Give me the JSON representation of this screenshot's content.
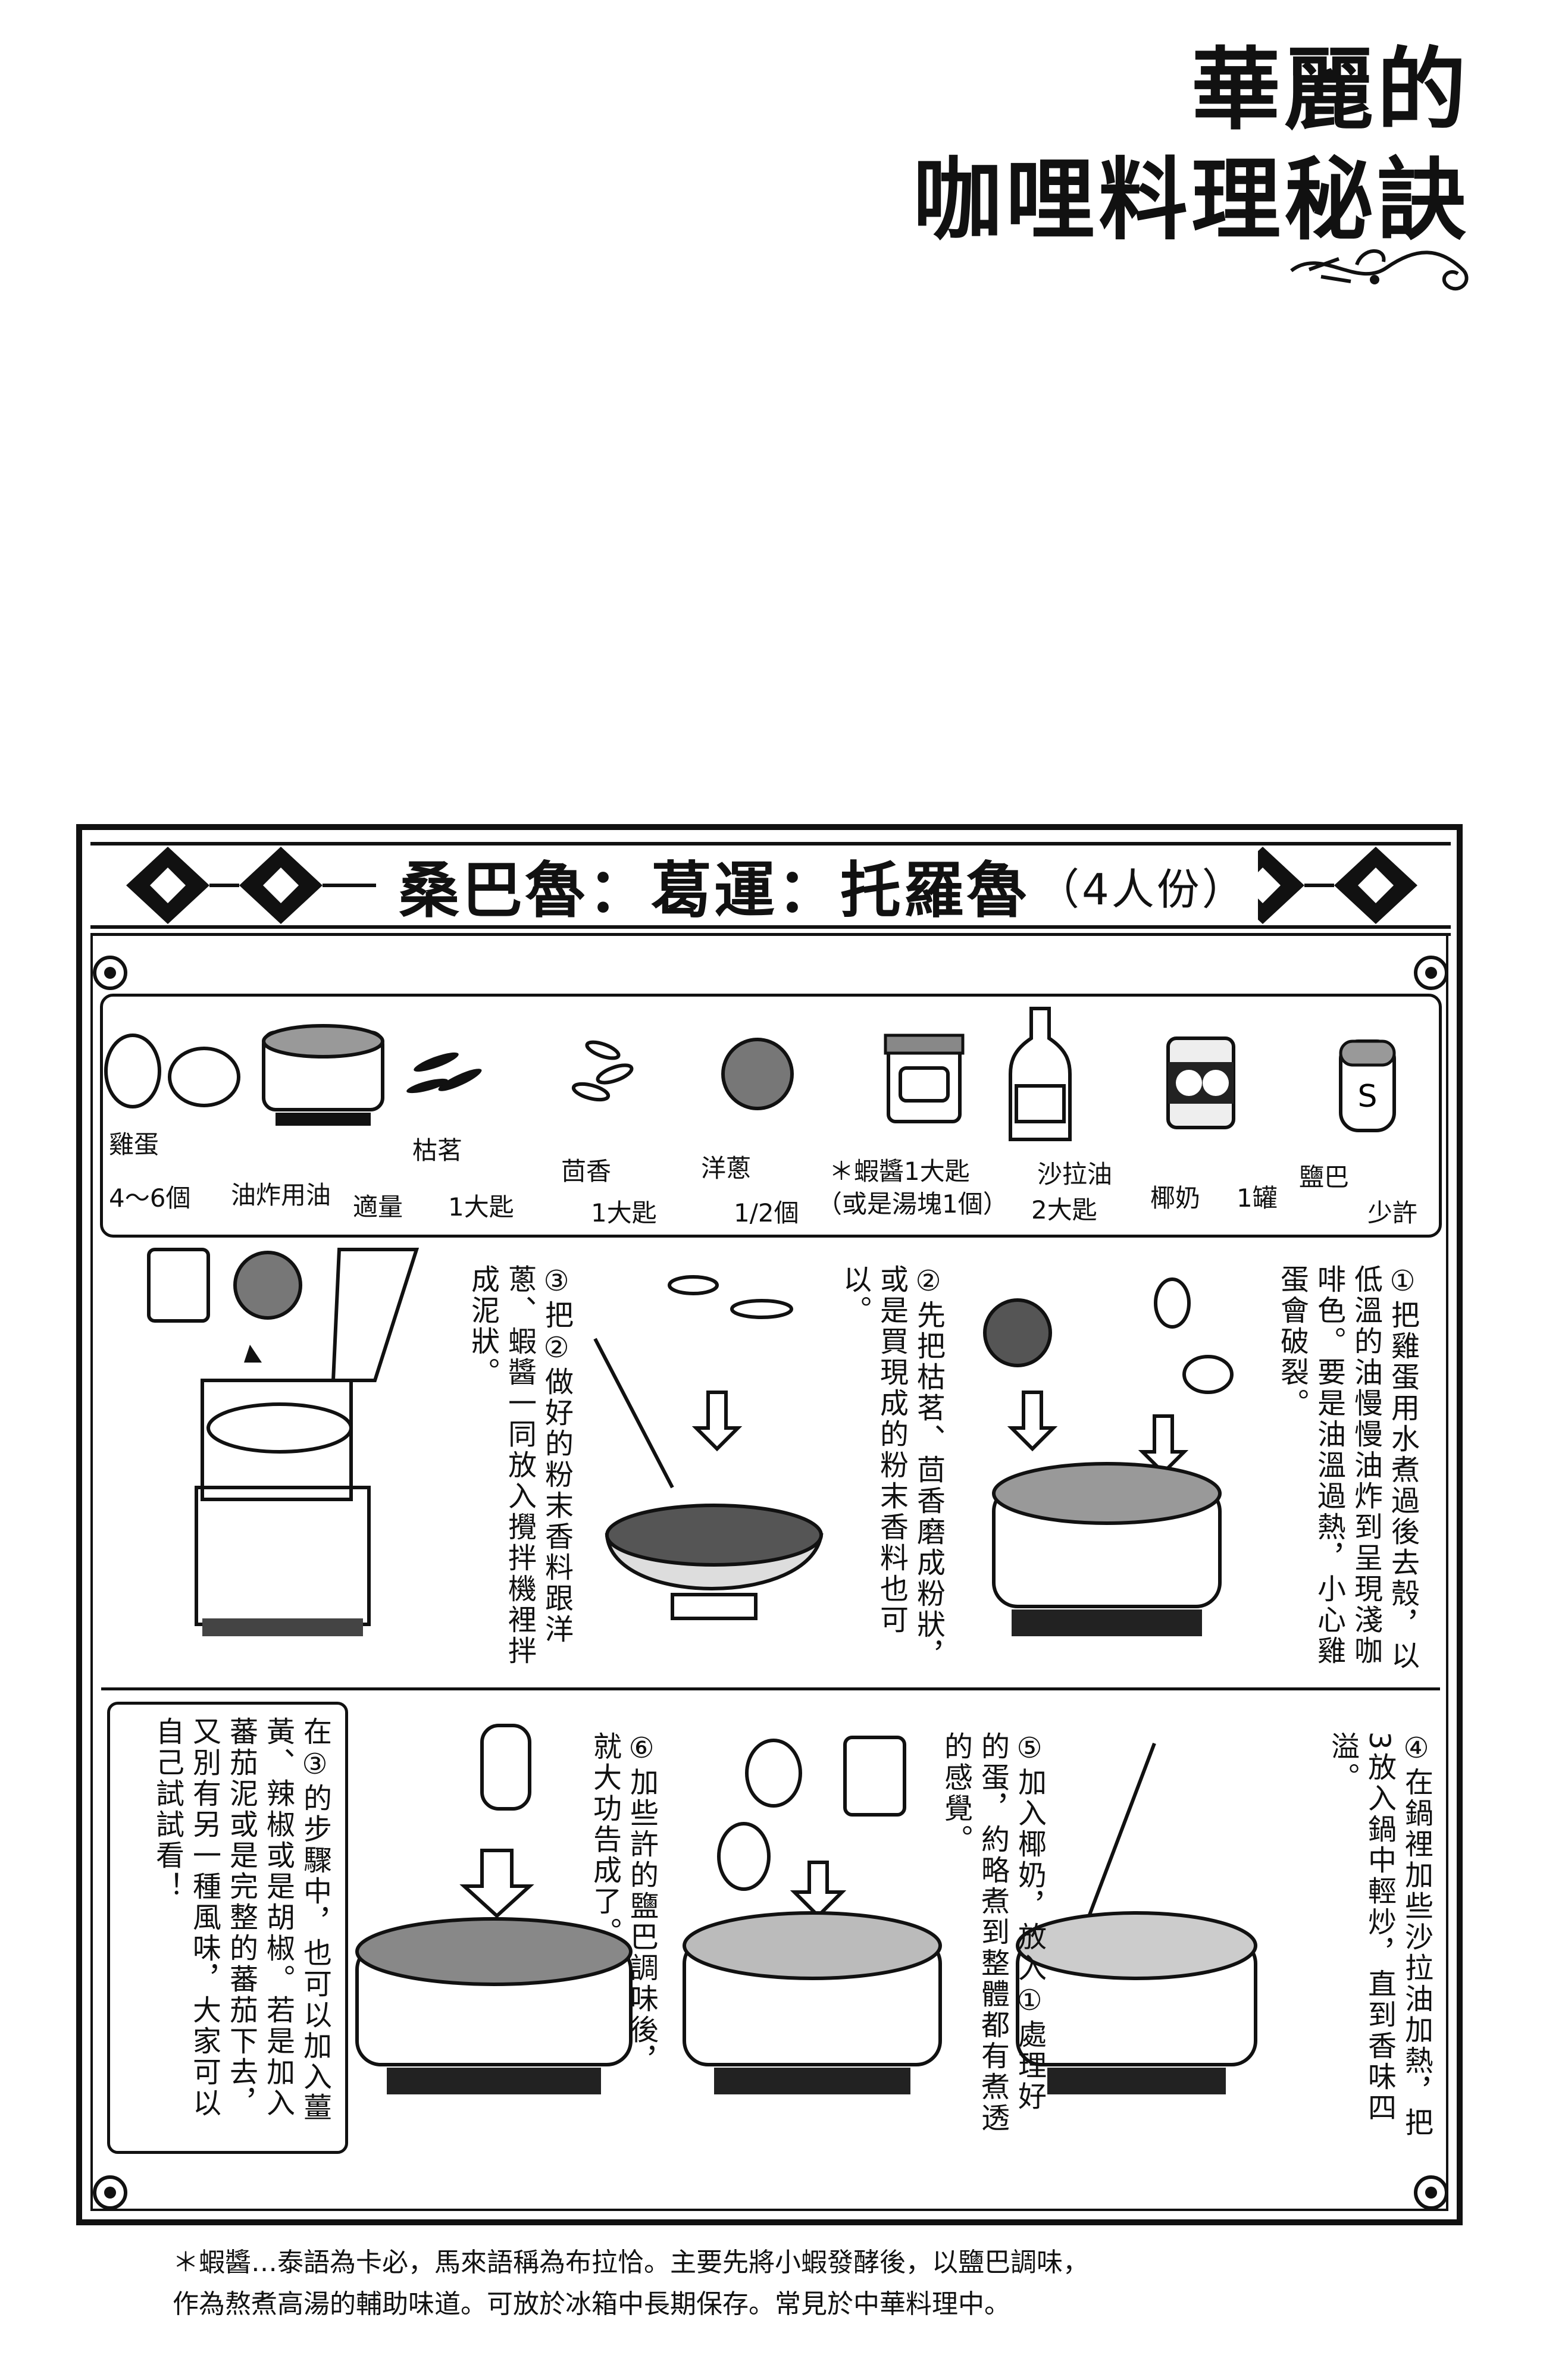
{
  "title": {
    "line1": "華麗的",
    "line2": "咖哩料理秘訣"
  },
  "recipe": {
    "name": "桑巴魯：葛運：托羅魯",
    "serving": "（4人份）"
  },
  "ingredients": [
    {
      "name": "雞蛋",
      "amount": "4～6個"
    },
    {
      "name": "油炸用油",
      "amount": "適量"
    },
    {
      "name": "枯茗",
      "amount": "1大匙"
    },
    {
      "name": "茴香",
      "amount": "1大匙"
    },
    {
      "name": "洋蔥",
      "amount": "1/2個"
    },
    {
      "name": "＊蝦醬1大匙",
      "amount": "（或是湯塊1個）"
    },
    {
      "name": "沙拉油",
      "amount": "2大匙"
    },
    {
      "name": "椰奶",
      "amount": "1罐"
    },
    {
      "name": "鹽巴",
      "amount": "少許"
    }
  ],
  "steps": [
    {
      "text": "①把雞蛋用水煮過後去殼，以低溫的油慢慢油炸到呈現淺咖啡色。要是油溫過熱，小心雞蛋會破裂。"
    },
    {
      "text": "②先把枯茗、茴香磨成粉狀，或是買現成的粉末香料也可以。"
    },
    {
      "text": "③把②做好的粉末香料跟洋蔥、蝦醬一同放入攪拌機裡拌成泥狀。"
    },
    {
      "text": "④在鍋裡加些沙拉油加熱，把3放入鍋中輕炒，直到香味四溢。"
    },
    {
      "text": "⑤加入椰奶，放入①處理好的蛋，約略煮到整體都有煮透的感覺。"
    },
    {
      "text": "⑥加些許的鹽巴調味後，就大功告成了。"
    }
  ],
  "tip": {
    "text": "在③的步驟中，也可以加入薑黃、辣椒或是胡椒。若是加入蕃茄泥或是完整的蕃茄下去，又別有另一種風味，大家可以自己試試看！"
  },
  "footnote": {
    "line1": "＊蝦醬…泰語為卡必，馬來語稱為布拉恰。主要先將小蝦發酵後，以鹽巴調味，",
    "line2": "作為熬煮高湯的輔助味道。可放於冰箱中長期保存。常見於中華料理中。"
  },
  "icons": {
    "salt_label": "S"
  }
}
